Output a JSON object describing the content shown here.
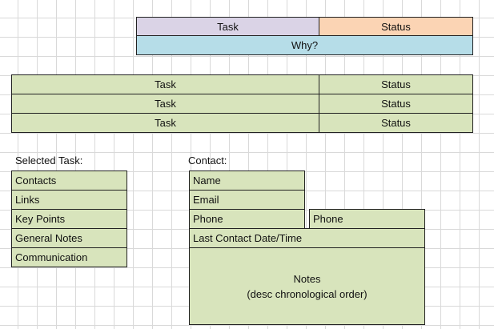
{
  "header": {
    "task": "Task",
    "status": "Status",
    "why": "Why?"
  },
  "task_list": [
    {
      "task": "Task",
      "status": "Status"
    },
    {
      "task": "Task",
      "status": "Status"
    },
    {
      "task": "Task",
      "status": "Status"
    }
  ],
  "selected_task": {
    "title": "Selected Task:",
    "items": [
      "Contacts",
      "Links",
      "Key Points",
      "General Notes",
      "Communication"
    ]
  },
  "contact": {
    "title": "Contact:",
    "name": "Name",
    "email": "Email",
    "phone": "Phone",
    "phone2": "Phone",
    "last_contact": "Last Contact Date/Time",
    "notes_line1": "Notes",
    "notes_line2": "(desc chronological order)"
  },
  "colors": {
    "green": "#d8e4bc",
    "purple": "#dad3e6",
    "orange": "#fbd4b4",
    "blue": "#b6dde8"
  }
}
